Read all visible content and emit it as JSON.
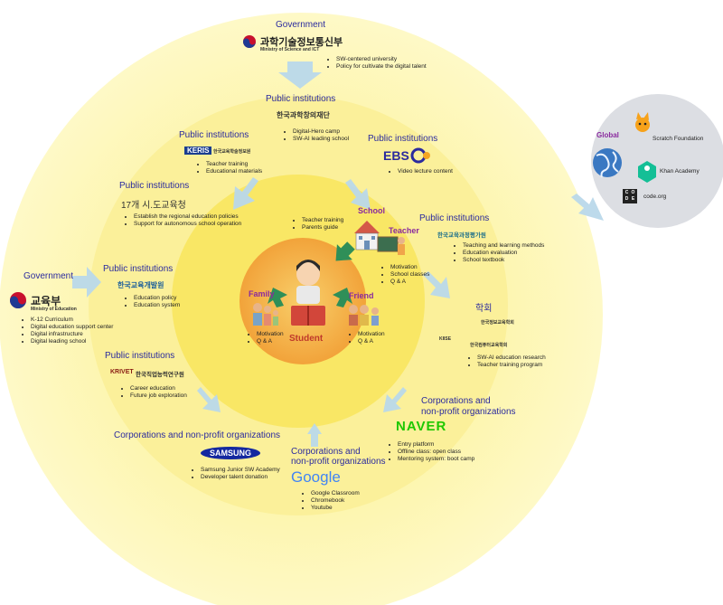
{
  "government_top": {
    "header": "Government",
    "logo_text": "과학기술정보통신부",
    "logo_sub": "Ministry of Science and ICT",
    "items": [
      "SW-centered university",
      "Policy for cultivate the digital talent"
    ]
  },
  "pi_top": {
    "header": "Public institutions",
    "logo_text": "한국과학창의재단",
    "items": [
      "Digital-Hero camp",
      "SW-AI leading school"
    ]
  },
  "pi_keris": {
    "header": "Public institutions",
    "logo_text": "KERIS",
    "logo_sub": "한국교육학술정보원",
    "items": [
      "Teacher training",
      "Educational materials"
    ]
  },
  "pi_ebs": {
    "header": "Public institutions",
    "logo_text": "EBS",
    "items": [
      "Video lecture content"
    ]
  },
  "pi_office": {
    "header": "Public institutions",
    "logo_text": "17개 시.도교육청",
    "items": [
      "Establish the regional education policies",
      "Support for autonomous school operation"
    ]
  },
  "pi_kice": {
    "header": "Public institutions",
    "logo_text": "한국교육과정평가원",
    "items": [
      "Teaching and learning methods",
      "Education evaluation",
      "School textbook"
    ]
  },
  "pi_kedi": {
    "header": "Public institutions",
    "logo_text": "한국교육개발원",
    "items": [
      "Education policy",
      "Education system"
    ]
  },
  "pi_krivet": {
    "header": "Public institutions",
    "logo_text": "KRIVET",
    "logo_sub": "한국직업능력연구원",
    "items": [
      "Career education",
      "Future job exploration"
    ]
  },
  "government_left": {
    "header": "Government",
    "logo_text": "교육부",
    "logo_sub": "Ministry of Education",
    "items": [
      "K-12 Curriculum",
      "Digital education support center",
      "Digital infrastructure",
      "Digital leading school"
    ]
  },
  "academia": {
    "header": "학회",
    "logo_1": "한국정보교육학회",
    "logo_2": "한국컴퓨터교육학회",
    "logo_3": "KIISE",
    "items": [
      "SW-AI education research",
      "Teacher training program"
    ]
  },
  "corp_naver": {
    "header_1": "Corporations and",
    "header_2": "non-profit organizations",
    "logo_text": "NAVER",
    "items": [
      "Entry platform",
      "Offline class: open class",
      "Mentoring system: boot camp"
    ]
  },
  "corp_google": {
    "header_1": "Corporations and",
    "header_2": "non-profit organizations",
    "logo_text": "Google",
    "items": [
      "Google Classroom",
      "Chromebook",
      "Youtube"
    ]
  },
  "corp_samsung": {
    "header": "Corporations and non-profit organizations",
    "logo_text": "SAMSUNG",
    "items": [
      "Samsung Junior SW Academy",
      "Developer talent donation"
    ]
  },
  "school": {
    "label": "School",
    "items": [
      "Teacher training",
      "Parents guide"
    ]
  },
  "teacher": {
    "label": "Teacher",
    "items": [
      "Motivation",
      "School classes",
      "Q & A"
    ]
  },
  "family": {
    "label": "Family",
    "items": [
      "Motivation",
      "Q & A"
    ]
  },
  "friend": {
    "label": "Friend",
    "items": [
      "Motivation",
      "Q & A"
    ]
  },
  "student": {
    "label": "Student"
  },
  "global": {
    "label": "Global",
    "orgs": [
      "Scratch Foundation",
      "Khan Academy",
      "code.org"
    ],
    "code_logo": [
      "C",
      "O",
      "D",
      "E"
    ]
  },
  "colors": {
    "outer_ring": "#fdf6a8",
    "middle_ring": "#fbef82",
    "inner_ring": "#f8e25c",
    "core": "#f5b443",
    "header_blue": "#2a2a9e",
    "label_purple": "#8a2a9e",
    "student_red": "#c0392b",
    "arrow_blue": "#b9d8ea",
    "arrow_green": "#2f8f58",
    "global_bg": "#dcdee3"
  }
}
